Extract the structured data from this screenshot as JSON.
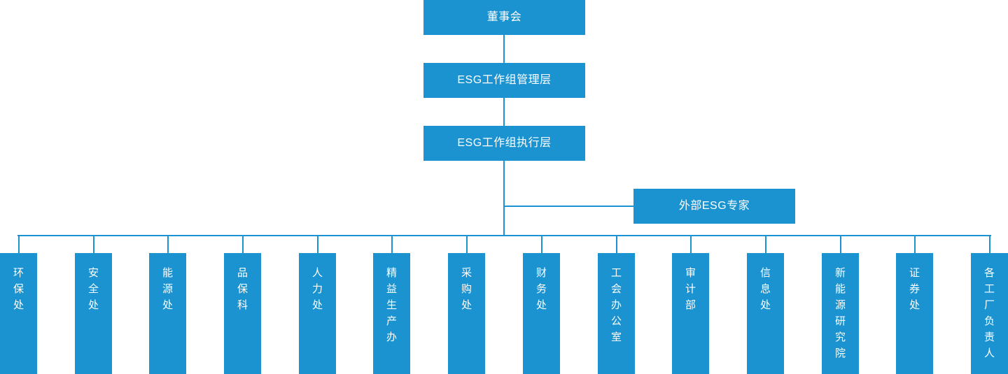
{
  "chart_data": {
    "type": "diagram",
    "diagram_type": "organization-chart",
    "title": "",
    "orientation": "top-down",
    "accent_color": "#1b93d1",
    "text_color": "#ffffff",
    "background_color": "#ffffff",
    "levels": [
      {
        "level": 1,
        "nodes": [
          "董事会"
        ]
      },
      {
        "level": 2,
        "nodes": [
          "ESG工作组管理层"
        ]
      },
      {
        "level": 3,
        "nodes": [
          "ESG工作组执行层"
        ]
      },
      {
        "level": 4,
        "nodes": [
          "外部ESG专家"
        ],
        "relation": "advisory-side-branch"
      },
      {
        "level": 5,
        "nodes": [
          "环保处",
          "安全处",
          "能源处",
          "品保科",
          "人力处",
          "精益生产办",
          "采购处",
          "财务处",
          "工会办公室",
          "审计部",
          "信息处",
          "新能源研究院",
          "证券处",
          "各工厂负责人"
        ]
      }
    ],
    "edges": [
      {
        "from": "董事会",
        "to": "ESG工作组管理层"
      },
      {
        "from": "ESG工作组管理层",
        "to": "ESG工作组执行层"
      },
      {
        "from": "ESG工作组执行层",
        "to": "外部ESG专家"
      },
      {
        "from": "ESG工作组执行层",
        "to": "环保处"
      },
      {
        "from": "ESG工作组执行层",
        "to": "安全处"
      },
      {
        "from": "ESG工作组执行层",
        "to": "能源处"
      },
      {
        "from": "ESG工作组执行层",
        "to": "品保科"
      },
      {
        "from": "ESG工作组执行层",
        "to": "人力处"
      },
      {
        "from": "ESG工作组执行层",
        "to": "精益生产办"
      },
      {
        "from": "ESG工作组执行层",
        "to": "采购处"
      },
      {
        "from": "ESG工作组执行层",
        "to": "财务处"
      },
      {
        "from": "ESG工作组执行层",
        "to": "工会办公室"
      },
      {
        "from": "ESG工作组执行层",
        "to": "审计部"
      },
      {
        "from": "ESG工作组执行层",
        "to": "信息处"
      },
      {
        "from": "ESG工作组执行层",
        "to": "新能源研究院"
      },
      {
        "from": "ESG工作组执行层",
        "to": "证券处"
      },
      {
        "from": "ESG工作组执行层",
        "to": "各工厂负责人"
      }
    ]
  },
  "hierarchy": {
    "board": {
      "label": "董事会"
    },
    "management": {
      "label": "ESG工作组管理层"
    },
    "execution": {
      "label": "ESG工作组执行层"
    },
    "external_expert": {
      "label": "外部ESG专家"
    },
    "departments": [
      {
        "label": "环保处"
      },
      {
        "label": "安全处"
      },
      {
        "label": "能源处"
      },
      {
        "label": "品保科"
      },
      {
        "label": "人力处"
      },
      {
        "label": "精益生产办"
      },
      {
        "label": "采购处"
      },
      {
        "label": "财务处"
      },
      {
        "label": "工会办公室"
      },
      {
        "label": "审计部"
      },
      {
        "label": "信息处"
      },
      {
        "label": "新能源研究院"
      },
      {
        "label": "证券处"
      },
      {
        "label": "各工厂负责人"
      }
    ]
  }
}
